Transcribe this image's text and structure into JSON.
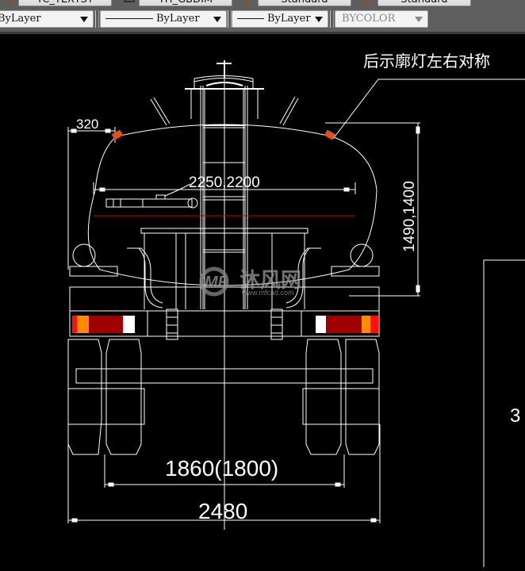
{
  "toolbar_top": {
    "buttons": [
      {
        "label": "TC_TEXTST"
      },
      {
        "label": "TH_GBDIM"
      },
      {
        "label": "Standard"
      },
      {
        "label": "Standard"
      }
    ]
  },
  "properties_toolbar": {
    "layer_combo": {
      "value": "ByLayer"
    },
    "linetype_combo": {
      "value": "ByLayer"
    },
    "lineweight_combo": {
      "value": "ByLayer"
    },
    "plotstyle_combo": {
      "value": "BYCOLOR"
    }
  },
  "drawing": {
    "annotation_label": "后示廓灯左右对称",
    "dimensions": {
      "marker_offset": "320",
      "tank_width": "2250,2200",
      "tank_height": "1490,1400",
      "track_width": "1860(1800)",
      "overall_width": "2480"
    },
    "side_label": "3",
    "watermark": {
      "brand": "沐风网",
      "url": "www.mfcad.com"
    },
    "colors": {
      "background": "#000000",
      "lines": "#ffffff",
      "centerline_red": "#c00000",
      "marker_lamp": "#e8501a",
      "tail_lamp_red": "#a00000",
      "tail_lamp_orange": "#ff8c00",
      "tail_lamp_bright_red": "#ff1010"
    }
  }
}
